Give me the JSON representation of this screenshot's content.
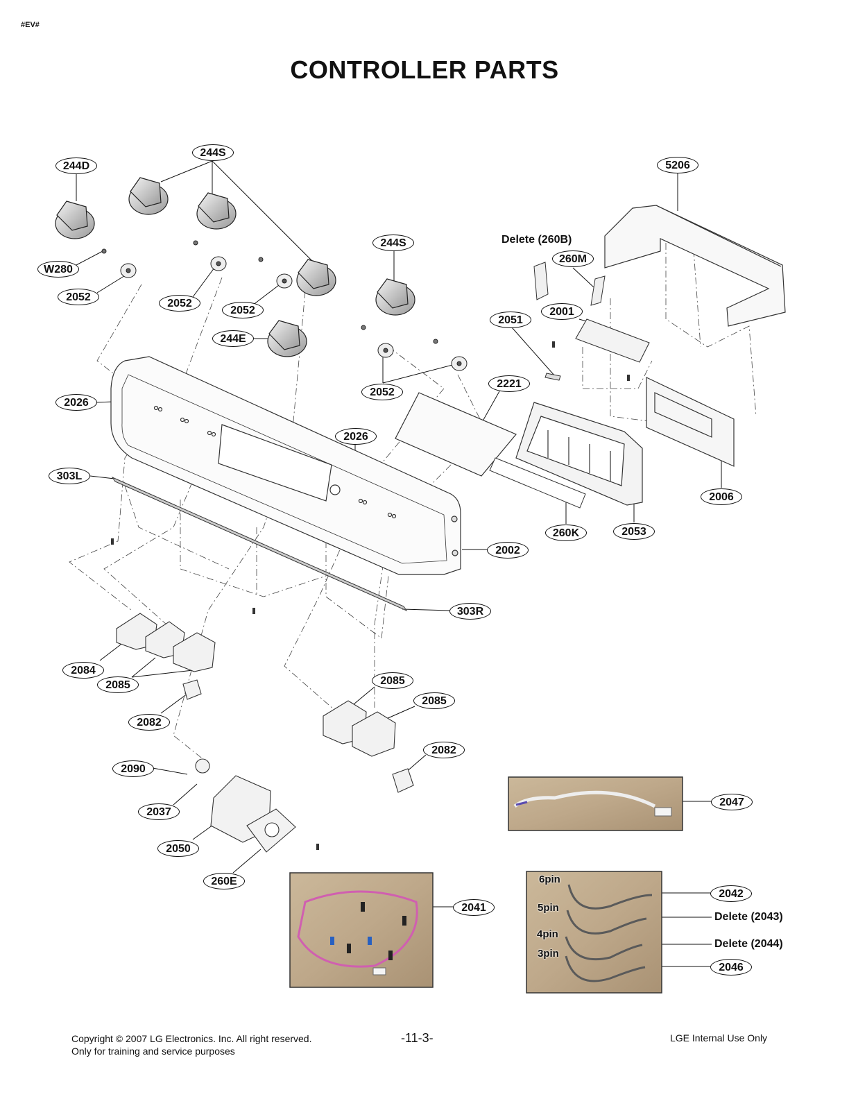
{
  "header": {
    "tag": "#EV#",
    "title": "CONTROLLER PARTS"
  },
  "callouts": [
    {
      "id": "c-244D",
      "text": "244D"
    },
    {
      "id": "c-244S-a",
      "text": "244S"
    },
    {
      "id": "c-W280",
      "text": "W280"
    },
    {
      "id": "c-2052-a",
      "text": "2052"
    },
    {
      "id": "c-2052-b",
      "text": "2052"
    },
    {
      "id": "c-2052-c",
      "text": "2052"
    },
    {
      "id": "c-244S-b",
      "text": "244S"
    },
    {
      "id": "c-244E",
      "text": "244E"
    },
    {
      "id": "c-2052-d",
      "text": "2052"
    },
    {
      "id": "c-2026-a",
      "text": "2026"
    },
    {
      "id": "c-2026-b",
      "text": "2026"
    },
    {
      "id": "c-303L",
      "text": "303L"
    },
    {
      "id": "c-5206",
      "text": "5206"
    },
    {
      "id": "c-260M",
      "text": "260M"
    },
    {
      "id": "c-2001",
      "text": "2001"
    },
    {
      "id": "c-2051",
      "text": "2051"
    },
    {
      "id": "c-2221",
      "text": "2221"
    },
    {
      "id": "c-2006",
      "text": "2006"
    },
    {
      "id": "c-260K",
      "text": "260K"
    },
    {
      "id": "c-2053",
      "text": "2053"
    },
    {
      "id": "c-2002",
      "text": "2002"
    },
    {
      "id": "c-303R",
      "text": "303R"
    },
    {
      "id": "c-2084",
      "text": "2084"
    },
    {
      "id": "c-2085-a",
      "text": "2085"
    },
    {
      "id": "c-2082-a",
      "text": "2082"
    },
    {
      "id": "c-2085-b",
      "text": "2085"
    },
    {
      "id": "c-2085-c",
      "text": "2085"
    },
    {
      "id": "c-2082-b",
      "text": "2082"
    },
    {
      "id": "c-2090",
      "text": "2090"
    },
    {
      "id": "c-2037",
      "text": "2037"
    },
    {
      "id": "c-2050",
      "text": "2050"
    },
    {
      "id": "c-260E",
      "text": "260E"
    },
    {
      "id": "c-2047",
      "text": "2047"
    },
    {
      "id": "c-2041",
      "text": "2041"
    },
    {
      "id": "c-2042",
      "text": "2042"
    },
    {
      "id": "c-2046",
      "text": "2046"
    }
  ],
  "plain_labels": {
    "delete_260b": "Delete (260B)",
    "delete_2043": "Delete (2043)",
    "delete_2044": "Delete (2044)"
  },
  "pin_labels": [
    "6pin",
    "5pin",
    "4pin",
    "3pin"
  ],
  "footer": {
    "copyright": "Copyright © 2007 LG Electronics. Inc. All right reserved.",
    "training": "Only for training and service purposes",
    "page": "-11-3-",
    "internal": "LGE Internal Use Only"
  }
}
